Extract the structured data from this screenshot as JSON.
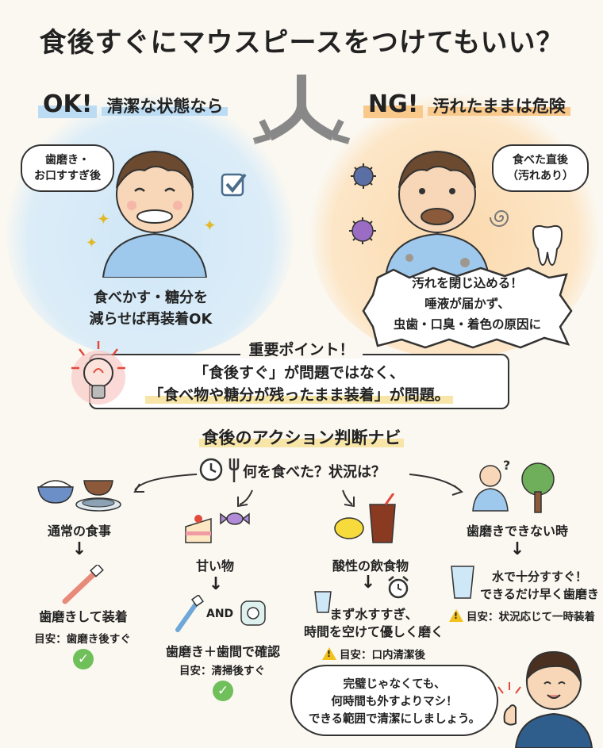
{
  "title": "食後すぐにマウスピースをつけてもいい？",
  "ok": {
    "label": "OK!",
    "heading": "清潔な状態なら",
    "bubble_line1": "歯磨き・",
    "bubble_line2": "お口すすぎ後",
    "caption_line1": "食べかす・糖分を",
    "caption_line2": "減らせば再装着OK"
  },
  "ng": {
    "label": "NG!",
    "heading": "汚れたままは危険",
    "bubble_line1": "食べた直後",
    "bubble_line2": "（汚れあり）",
    "warn_line1": "汚れを閉じ込める！",
    "warn_line2": "唾液が届かず、",
    "warn_line3": "虫歯・口臭・着色の原因に"
  },
  "point": {
    "title": "重要ポイント！",
    "line1": "「食後すぐ」が問題ではなく、",
    "line2": "「食べ物や糖分が残ったまま装着」が問題。"
  },
  "navi": {
    "title": "食後のアクション判断ナビ",
    "question": "何を食べた？状況は？",
    "branches": [
      {
        "name": "通常の食事",
        "action": "歯磨きして装着",
        "guide": "目安：歯磨き後すぐ"
      },
      {
        "name": "甘い物",
        "and_label": "AND",
        "action": "歯磨き＋歯間で確認",
        "guide": "目安：清掃後すぐ"
      },
      {
        "name": "酸性の飲食物",
        "action_line1": "まず水すすぎ、",
        "action_line2": "時間を空けて優しく磨く",
        "guide": "目安：口内清潔後"
      },
      {
        "name": "歯磨きできない時",
        "action_line1": "水で十分すすぐ！",
        "action_line2": "できるだけ早く歯磨き",
        "guide": "目安：状況応じて一時装着"
      }
    ]
  },
  "final": {
    "line1": "完璧じゃなくても、",
    "line2": "何時間も外すよりマシ！",
    "line3": "できる範囲で清潔にしましょう。"
  },
  "colors": {
    "ok_bg": "#cfe6f6",
    "ng_bg": "#fbd9ad",
    "check": "#6fbf5a",
    "warning": "#f2c21b"
  }
}
